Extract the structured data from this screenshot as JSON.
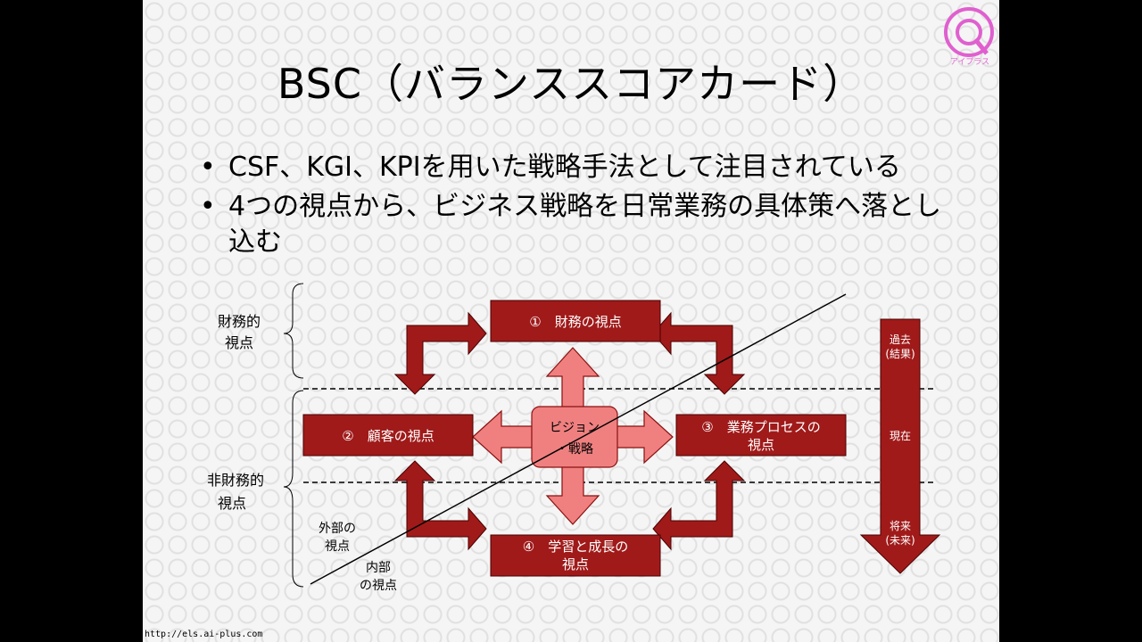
{
  "slide": {
    "title": "BSC（バランススコアカード）",
    "bullets": [
      "CSF、KGI、KPIを用いた戦略手法として注目されている",
      "4つの視点から、ビジネス戦略を日常業務の具体策へ落とし込む"
    ],
    "logo_text": "アイプラス",
    "url": "http://els.ai-plus.com"
  },
  "diagram": {
    "left_labels": {
      "financial": [
        "財務的",
        "視点"
      ],
      "non_financial": [
        "非財務的",
        "視点"
      ]
    },
    "boxes": {
      "financial": "①　財務の視点",
      "customer": "②　顧客の視点",
      "process": [
        "③　業務プロセスの",
        "視点"
      ],
      "learning": [
        "④　学習と成長の",
        "視点"
      ]
    },
    "center": [
      "ビジョン",
      "・戦略"
    ],
    "external": [
      "外部の",
      "視点"
    ],
    "internal": [
      "内部",
      "の視点"
    ],
    "timeline": {
      "past": [
        "過去",
        "(結果)"
      ],
      "present": "現在",
      "future": [
        "将来",
        "(未来)"
      ]
    }
  }
}
